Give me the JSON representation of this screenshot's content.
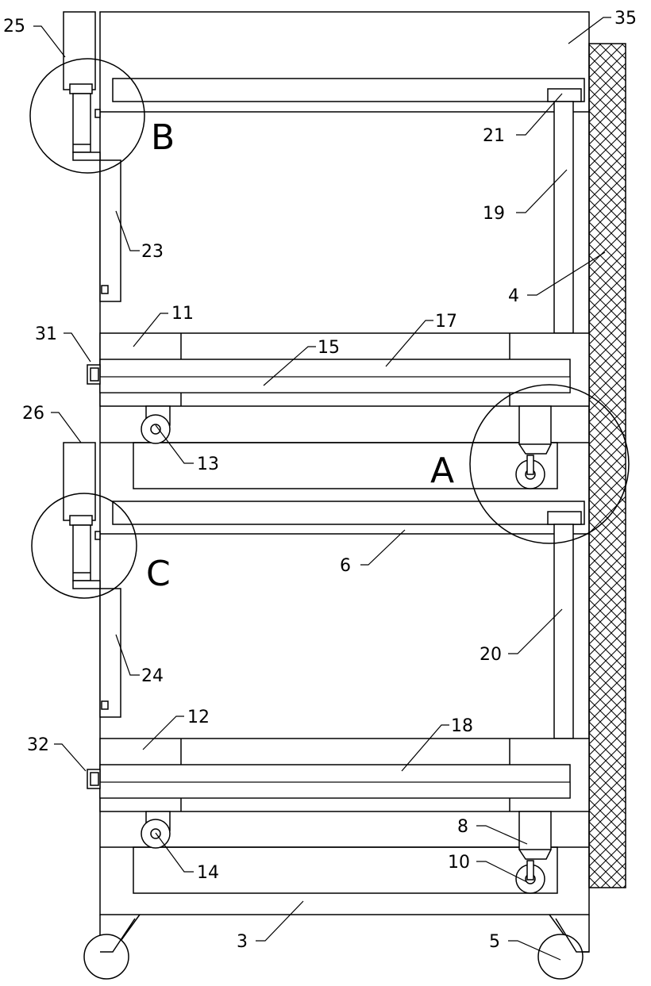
{
  "figure": {
    "detail_labels": {
      "A": "A",
      "B": "B",
      "C": "C"
    },
    "ref_numbers": {
      "n3": "3",
      "n4": "4",
      "n5": "5",
      "n6": "6",
      "n8": "8",
      "n10": "10",
      "n11": "11",
      "n12": "12",
      "n13": "13",
      "n14": "14",
      "n15": "15",
      "n17": "17",
      "n18": "18",
      "n19": "19",
      "n20": "20",
      "n21": "21",
      "n23": "23",
      "n24": "24",
      "n25": "25",
      "n26": "26",
      "n31": "31",
      "n32": "32",
      "n35": "35"
    },
    "colors": {
      "line": "#000000",
      "background": "#ffffff"
    }
  }
}
